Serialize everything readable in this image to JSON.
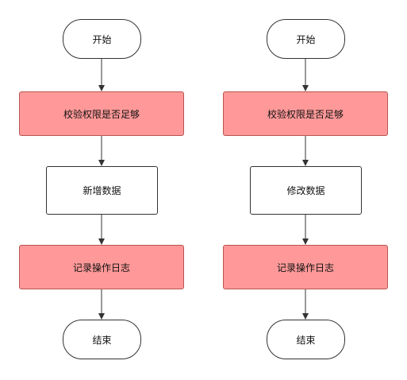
{
  "flows": [
    {
      "start": "开始",
      "check": "校验权限是否足够",
      "action": "新增数据",
      "log": "记录操作日志",
      "end": "结束"
    },
    {
      "start": "开始",
      "check": "校验权限是否足够",
      "action": "修改数据",
      "log": "记录操作日志",
      "end": "结束"
    }
  ],
  "colors": {
    "highlight_fill": "#ff9999",
    "highlight_stroke": "#b85450",
    "node_stroke": "#333333",
    "arrow": "#333333"
  }
}
